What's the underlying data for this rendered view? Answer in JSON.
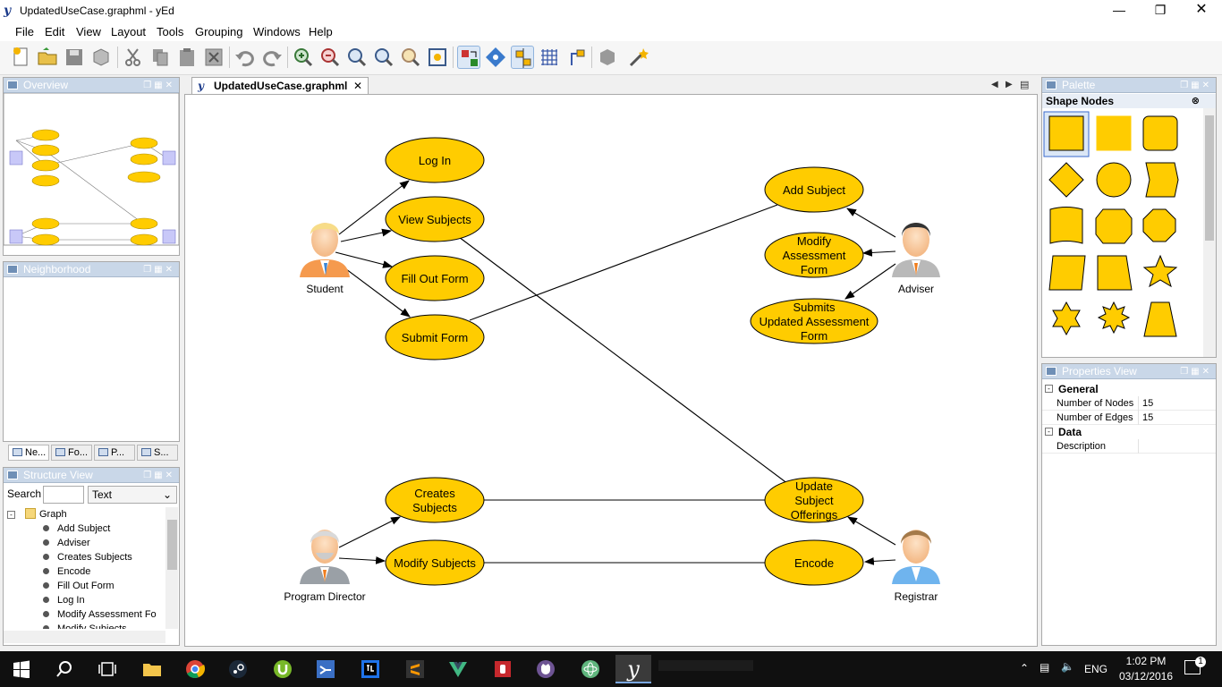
{
  "window": {
    "title": "UpdatedUseCase.graphml - yEd"
  },
  "menu": [
    "File",
    "Edit",
    "View",
    "Layout",
    "Tools",
    "Grouping",
    "Windows",
    "Help"
  ],
  "panels": {
    "overview": "Overview",
    "neighborhood": "Neighborhood",
    "structure": "Structure View",
    "palette": "Palette",
    "properties": "Properties View"
  },
  "side_tabs": [
    "Ne...",
    "Fo...",
    "P...",
    "S..."
  ],
  "structure": {
    "search_label": "Search",
    "search_value": "",
    "filter_value": "Text",
    "root": "Graph",
    "items": [
      "Add Subject",
      "Adviser",
      "Creates Subjects",
      "Encode",
      "Fill Out Form",
      "Log In",
      "Modify  Assessment  Fo",
      "Modify Subjects"
    ]
  },
  "document": {
    "tab": "UpdatedUseCase.graphml"
  },
  "palette": {
    "section": "Shape Nodes"
  },
  "properties": {
    "general": "General",
    "rows": [
      {
        "key": "Number of Nodes",
        "value": "15"
      },
      {
        "key": "Number of Edges",
        "value": "15"
      }
    ],
    "data": "Data",
    "data_rows": [
      {
        "key": "Description",
        "value": ""
      }
    ]
  },
  "diagram": {
    "actors": {
      "student": "Student",
      "adviser": "Adviser",
      "director": "Program Director",
      "registrar": "Registrar"
    },
    "usecases": {
      "login": [
        "Log In"
      ],
      "view": [
        "View Subjects"
      ],
      "fill": [
        "Fill Out Form"
      ],
      "submit": [
        "Submit Form"
      ],
      "add": [
        "Add Subject"
      ],
      "modify_assess": [
        "Modify",
        "Assessment",
        "Form"
      ],
      "submits_updated": [
        "Submits",
        "Updated Assessment",
        "Form"
      ],
      "creates": [
        "Creates",
        "Subjects"
      ],
      "modify_subj": [
        "Modify Subjects"
      ],
      "update_offer": [
        "Update",
        "Subject",
        "Offerings"
      ],
      "encode": [
        "Encode"
      ]
    }
  },
  "taskbar": {
    "lang": "ENG",
    "time": "1:02 PM",
    "date": "03/12/2016",
    "notif": "1"
  },
  "colors": {
    "node_fill": "#ffcc00",
    "palette_fill": "#ffcc00",
    "panel_head": "#c9d7e8"
  }
}
